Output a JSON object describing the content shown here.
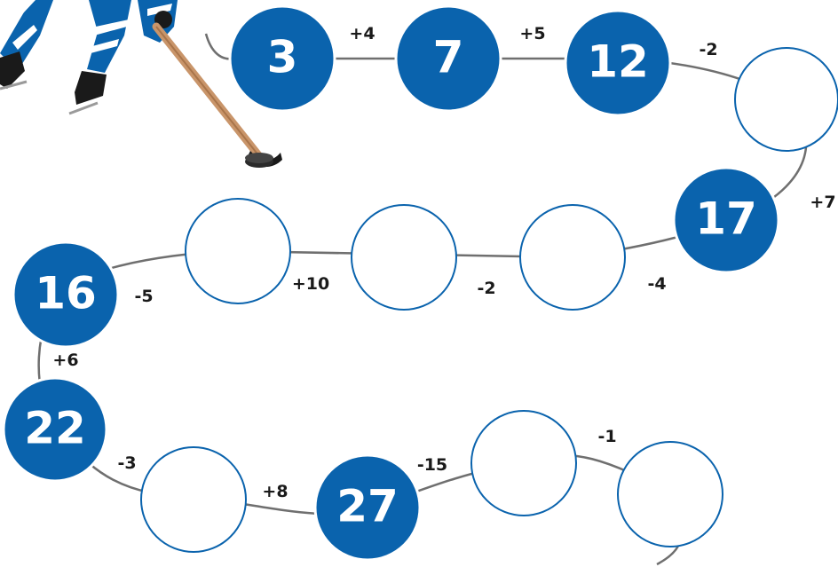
{
  "colors": {
    "filled_circle": "#0a63ad",
    "path_line": "#6f6f6f",
    "empty_circle_stroke": "#0a63ad",
    "operation_text": "#1a1a1a",
    "number_text": "#ffffff"
  },
  "illustration": {
    "subject": "hockey-player-icon",
    "stick": "hockey-stick-icon",
    "puck": "puck-icon"
  },
  "steps": [
    {
      "type": "filled",
      "value": "3"
    },
    {
      "type": "filled",
      "value": "7"
    },
    {
      "type": "filled",
      "value": "12"
    },
    {
      "type": "empty",
      "value": ""
    },
    {
      "type": "filled",
      "value": "17"
    },
    {
      "type": "empty",
      "value": ""
    },
    {
      "type": "empty",
      "value": ""
    },
    {
      "type": "empty",
      "value": ""
    },
    {
      "type": "filled",
      "value": "16"
    },
    {
      "type": "filled",
      "value": "22"
    },
    {
      "type": "empty",
      "value": ""
    },
    {
      "type": "filled",
      "value": "27"
    },
    {
      "type": "empty",
      "value": ""
    },
    {
      "type": "empty",
      "value": ""
    }
  ],
  "operations": [
    "+4",
    "+5",
    "-2",
    "+7",
    "-4",
    "-2",
    "+10",
    "-5",
    "+6",
    "-3",
    "+8",
    "-15",
    "-1"
  ]
}
